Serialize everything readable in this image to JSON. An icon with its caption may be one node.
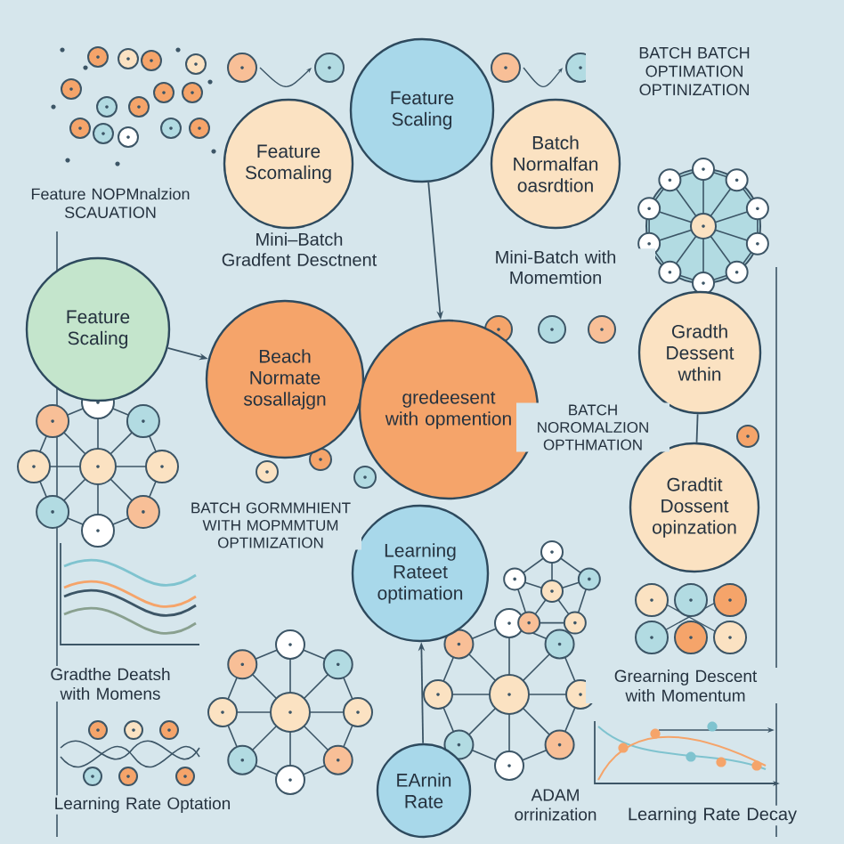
{
  "diagram": {
    "nodes": [
      {
        "text": [
          "Feature Scaling"
        ]
      },
      {
        "text": [
          "Feature Scomaling"
        ]
      },
      {
        "text": [
          "Batch Normalfan oasrdtion"
        ]
      },
      {
        "text": [
          "Feature Scaling"
        ]
      },
      {
        "text": [
          "Beach Normate sosallajgn"
        ]
      },
      {
        "text": [
          "gredeesent with opmention"
        ]
      },
      {
        "text": [
          "Gradth Dessent wthin"
        ]
      },
      {
        "text": [
          "Gradtit Dossent opinzation"
        ]
      },
      {
        "text": [
          "Learning Rateet optimation"
        ]
      },
      {
        "text": [
          "EArnin Rate"
        ]
      }
    ],
    "edges": [
      {
        "from": 0,
        "to": 5,
        "arrow": "to"
      },
      {
        "from": 3,
        "to": 4,
        "arrow": "to"
      },
      {
        "from": 6,
        "to": 7,
        "arrow": "none"
      },
      {
        "from": 9,
        "to": 8,
        "arrow": "to"
      }
    ],
    "labels": [
      "BATCH BATCH OPTIMATION OPTINIZATION",
      "Feature NOPMnalzion SCAUATION",
      "Mini–Batch Gradfent Desctnent",
      "Mini-Batch with Momemtion",
      "BATCH NOROMALZION OPTHMATION",
      "BATCH GORMMHIENT WITH MOPMMTUM OPTIMIZATION",
      "Gradthe Deatsh with Momens",
      "Grearning Descent with Momentum",
      "Learning Rate Optation",
      "ADAM orrinization",
      "Learning Rate Decay"
    ]
  }
}
